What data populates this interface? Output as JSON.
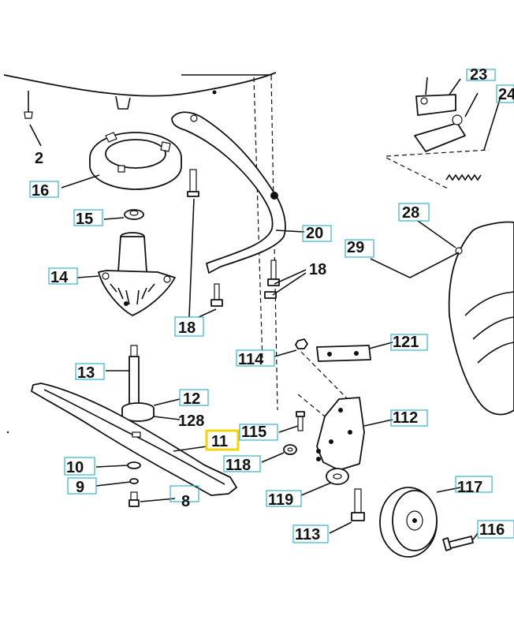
{
  "diagram": {
    "highlight_color": "#f2d40d",
    "label_box_color": "#33b3cc",
    "callouts": [
      {
        "id": "2",
        "text": "2"
      },
      {
        "id": "16",
        "text": "16"
      },
      {
        "id": "15",
        "text": "15"
      },
      {
        "id": "14",
        "text": "14"
      },
      {
        "id": "13",
        "text": "13"
      },
      {
        "id": "12",
        "text": "12"
      },
      {
        "id": "128",
        "text": "128"
      },
      {
        "id": "11",
        "text": "11",
        "highlighted": true
      },
      {
        "id": "10",
        "text": "10"
      },
      {
        "id": "9",
        "text": "9"
      },
      {
        "id": "8",
        "text": "8"
      },
      {
        "id": "18a",
        "text": "18"
      },
      {
        "id": "18b",
        "text": "18"
      },
      {
        "id": "20",
        "text": "20"
      },
      {
        "id": "23",
        "text": "23"
      },
      {
        "id": "24",
        "text": "24"
      },
      {
        "id": "28",
        "text": "28"
      },
      {
        "id": "29",
        "text": "29"
      },
      {
        "id": "114",
        "text": "114"
      },
      {
        "id": "121",
        "text": "121"
      },
      {
        "id": "115",
        "text": "115"
      },
      {
        "id": "112",
        "text": "112"
      },
      {
        "id": "118",
        "text": "118"
      },
      {
        "id": "119",
        "text": "119"
      },
      {
        "id": "117",
        "text": "117"
      },
      {
        "id": "113",
        "text": "113"
      },
      {
        "id": "116",
        "text": "116"
      }
    ]
  }
}
